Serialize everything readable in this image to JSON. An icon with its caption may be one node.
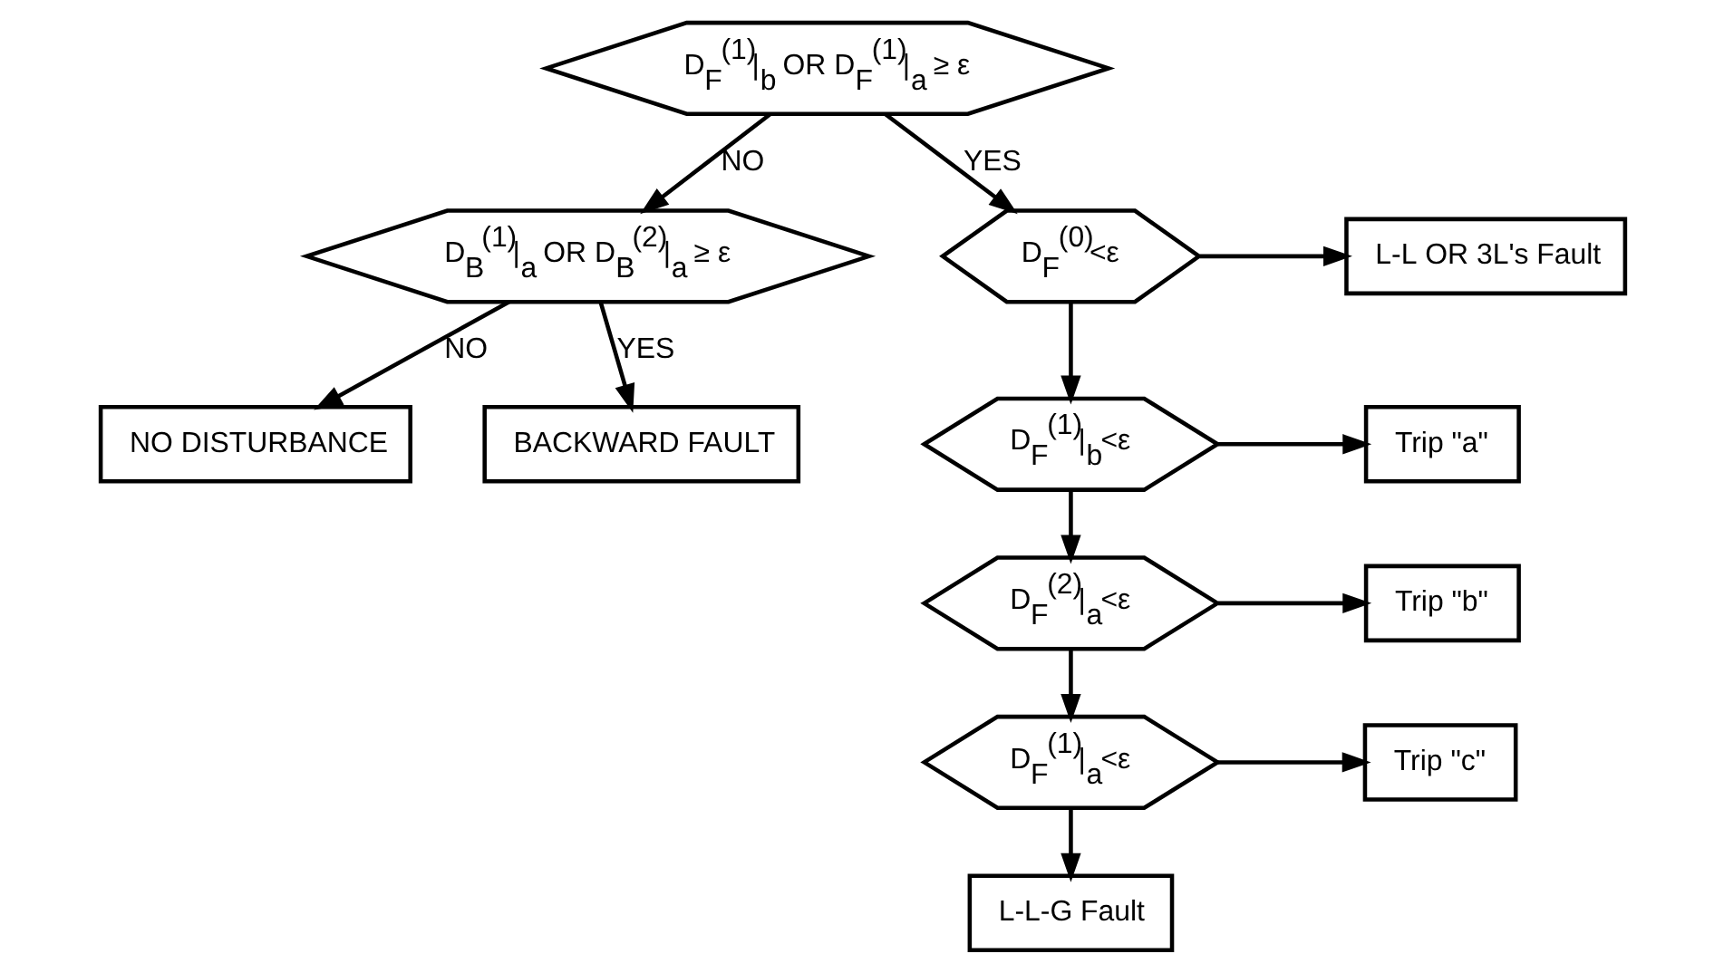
{
  "diagram": {
    "nodes": [
      {
        "text": [
          "D$_{F}$$^{(1)}$|$_{b}$ OR D$_{F}$$^{(1)}$|$_{a}$ ≥ ε"
        ]
      },
      {
        "text": [
          "D$_{B}$$^{(1)}$|$_{a}$ OR D$_{B}$$^{(2)}$|$_{a}$ ≥ ε"
        ]
      },
      {
        "text": [
          "NO DISTURBANCE"
        ]
      },
      {
        "text": [
          "BACKWARD FAULT"
        ]
      },
      {
        "text": [
          "D$_{F}$$^{(0)}$<ε"
        ]
      },
      {
        "text": [
          "L-L OR 3L's Fault"
        ]
      },
      {
        "text": [
          "D$_{F}$$^{(1)}$|$_{b}$<ε"
        ]
      },
      {
        "text": [
          "Trip \"a\""
        ]
      },
      {
        "text": [
          "D$_{F}$$^{(2)}$|$_{a}$<ε"
        ]
      },
      {
        "text": [
          "Trip \"b\""
        ]
      },
      {
        "text": [
          "D$_{F}$$^{(1)}$|$_{a}$<ε"
        ]
      },
      {
        "text": [
          "Trip \"c\""
        ]
      },
      {
        "text": [
          "L-L-G Fault"
        ]
      }
    ],
    "edges": [
      {
        "from": 0,
        "to": 1,
        "arrow": "to",
        "label": "NO"
      },
      {
        "from": 0,
        "to": 4,
        "arrow": "to",
        "label": "YES"
      },
      {
        "from": 1,
        "to": 2,
        "arrow": "to",
        "label": "NO"
      },
      {
        "from": 1,
        "to": 3,
        "arrow": "to",
        "label": "YES"
      },
      {
        "from": 4,
        "to": 5,
        "arrow": "to"
      },
      {
        "from": 4,
        "to": 6,
        "arrow": "to"
      },
      {
        "from": 6,
        "to": 7,
        "arrow": "to"
      },
      {
        "from": 6,
        "to": 8,
        "arrow": "to"
      },
      {
        "from": 8,
        "to": 9,
        "arrow": "to"
      },
      {
        "from": 8,
        "to": 10,
        "arrow": "to"
      },
      {
        "from": 10,
        "to": 11,
        "arrow": "to"
      },
      {
        "from": 10,
        "to": 12,
        "arrow": "to"
      }
    ]
  }
}
